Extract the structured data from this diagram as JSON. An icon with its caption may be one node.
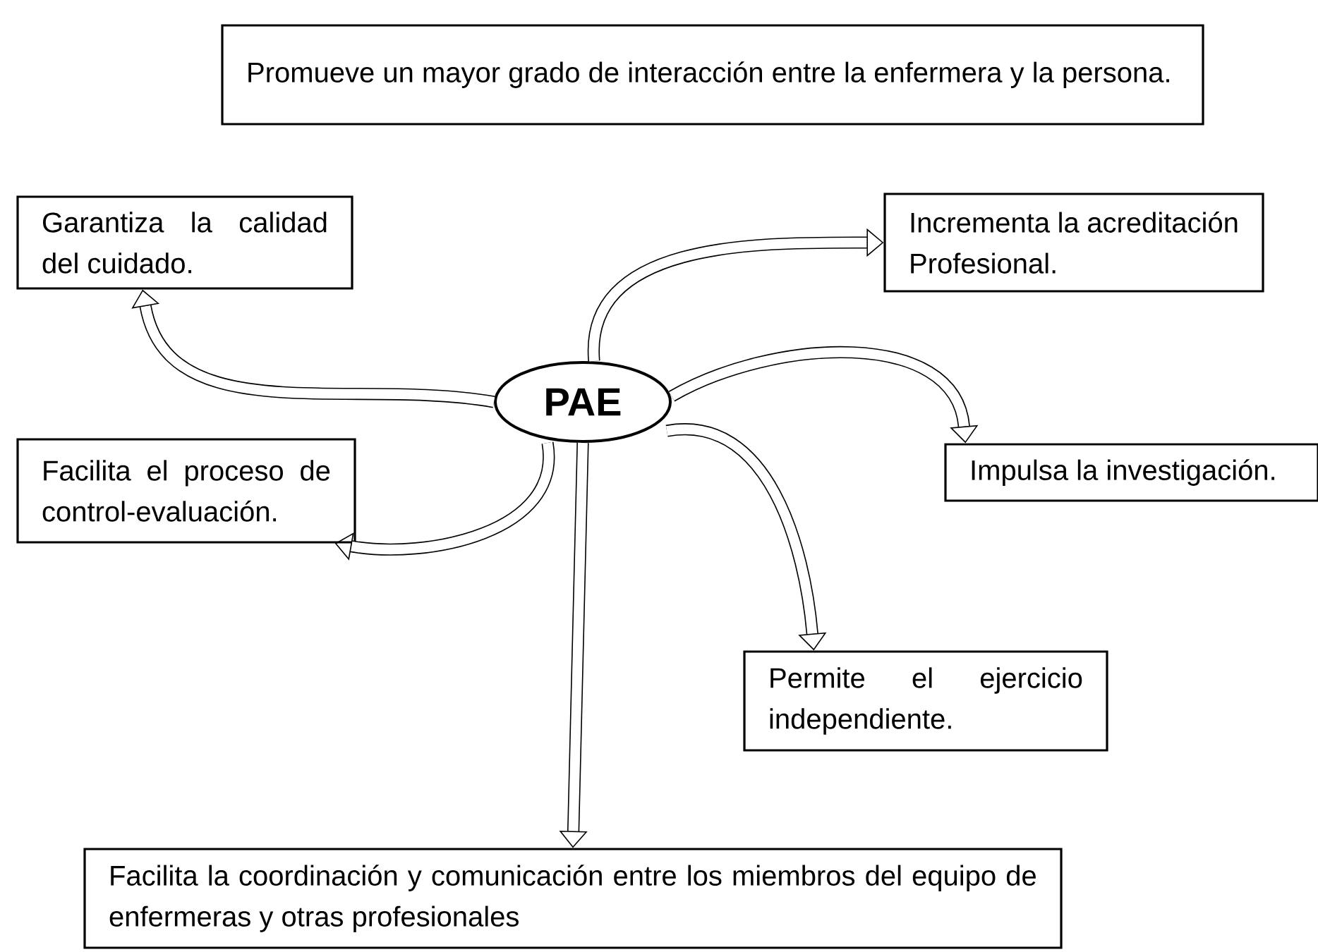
{
  "diagram": {
    "nodes": [
      {
        "text": [
          "Promueve un mayor grado de interacción entre la enfermera y la persona."
        ]
      },
      {
        "text": [
          "Garantiza la calidad del cuidado."
        ]
      },
      {
        "text": [
          "Incrementa la acreditación Profesional."
        ]
      },
      {
        "text": [
          "PAE"
        ]
      },
      {
        "text": [
          "Impulsa la investigación."
        ]
      },
      {
        "text": [
          "Facilita el proceso de control-evaluación."
        ]
      },
      {
        "text": [
          "Permite el ejercicio independiente."
        ]
      },
      {
        "text": [
          "Facilita la coordinación y comunicación entre los miembros del equipo de enfermeras y otras profesionales"
        ]
      }
    ],
    "edges": [
      {
        "from": 3,
        "to": 2,
        "arrow": "to"
      },
      {
        "from": 3,
        "to": 1,
        "arrow": "to"
      },
      {
        "from": 3,
        "to": 4,
        "arrow": "to"
      },
      {
        "from": 3,
        "to": 5,
        "arrow": "to"
      },
      {
        "from": 3,
        "to": 6,
        "arrow": "to"
      },
      {
        "from": 3,
        "to": 7,
        "arrow": "to"
      }
    ]
  }
}
